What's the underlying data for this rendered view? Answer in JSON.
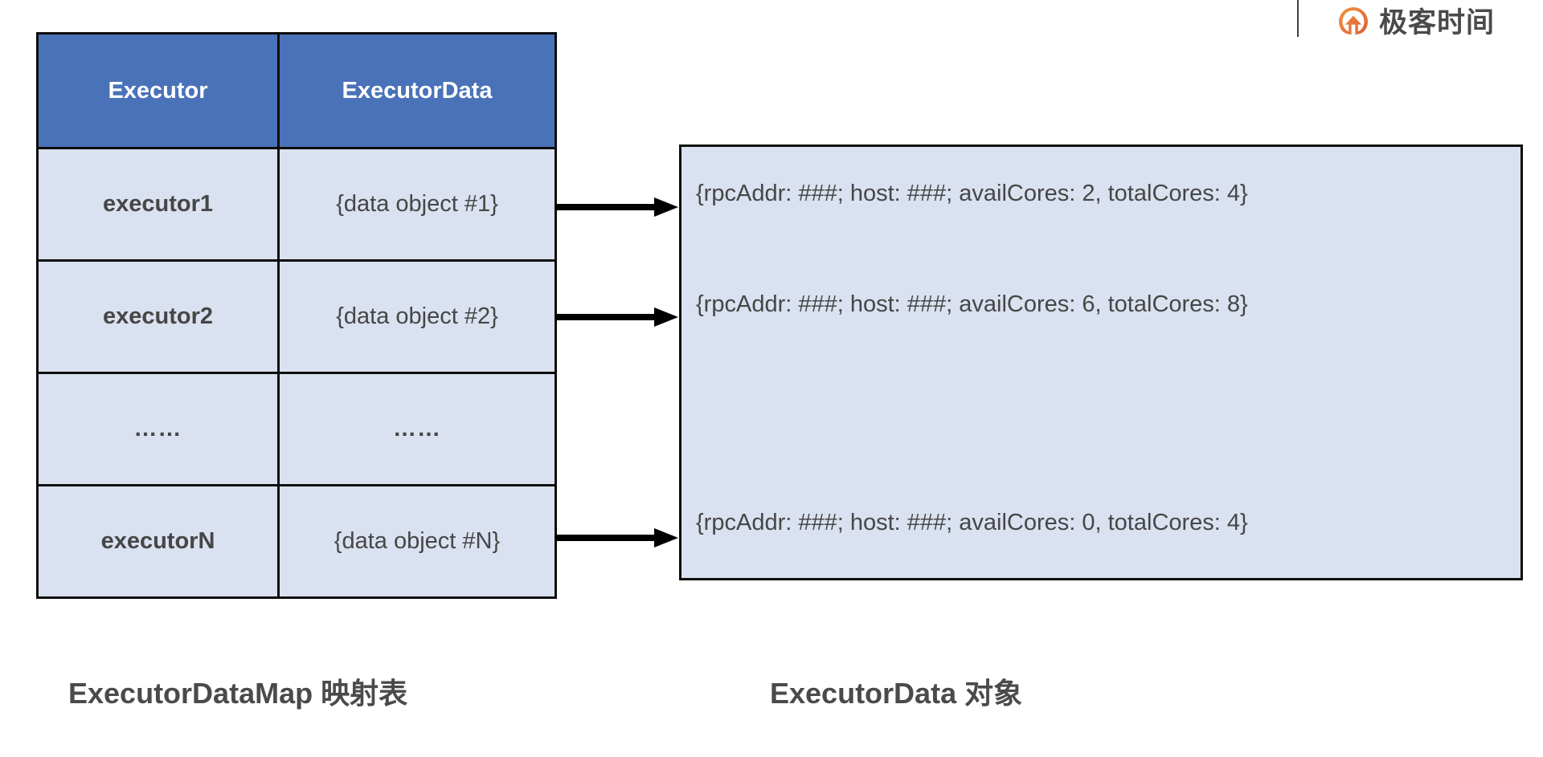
{
  "brand": {
    "name": "极客时间",
    "icon": "geektime-logo-icon"
  },
  "table": {
    "headers": [
      "Executor",
      "ExecutorData"
    ],
    "rows": [
      {
        "key": "executor1",
        "value": "{data object #1}"
      },
      {
        "key": "executor2",
        "value": "{data object #2}"
      },
      {
        "key": "……",
        "value": "……"
      },
      {
        "key": "executorN",
        "value": "{data object #N}"
      }
    ]
  },
  "panel": {
    "lines": [
      "{rpcAddr: ###; host: ###; availCores: 2, totalCores: 4}",
      "{rpcAddr: ###; host: ###; availCores: 6, totalCores: 8}",
      "{rpcAddr: ###; host: ###; availCores: 0, totalCores: 4}"
    ]
  },
  "captions": {
    "left": "ExecutorDataMap 映射表",
    "right": "ExecutorData 对象"
  },
  "colors": {
    "header_blue": "#4a72b8",
    "cell_blue": "#dae1f0",
    "border_black": "#0d0d0d",
    "text_gray": "#464646",
    "caption_gray": "#4a4a4a",
    "brand_orange": "#e8743b"
  }
}
